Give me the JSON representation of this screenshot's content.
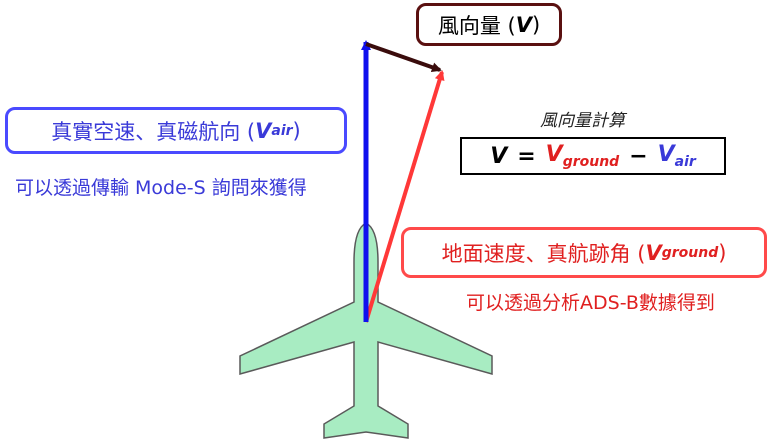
{
  "colors": {
    "air": "#1010ee",
    "ground": "#ff3838",
    "wind": "#3a0c0c",
    "plane_fill": "#a8ecc2"
  },
  "wind_label": {
    "text": "風向量 (",
    "symbol": "V",
    "close": ")"
  },
  "air_label": {
    "text": "真實空速、真磁航向 (",
    "symbol": "V",
    "sub": "air",
    "close": ")"
  },
  "air_note": "可以透過傳輸 Mode-S 詢問來獲得",
  "calc_title": "風向量計算",
  "formula": {
    "lhs": "V",
    "eq": "=",
    "term1": "V",
    "term1_sub": "ground",
    "minus": "−",
    "term2": "V",
    "term2_sub": "air"
  },
  "ground_label": {
    "text": "地面速度、真航跡角 (",
    "symbol": "V",
    "sub": "ground",
    "close": ")"
  },
  "ground_note": "可以透過分析ADS-B數據得到"
}
